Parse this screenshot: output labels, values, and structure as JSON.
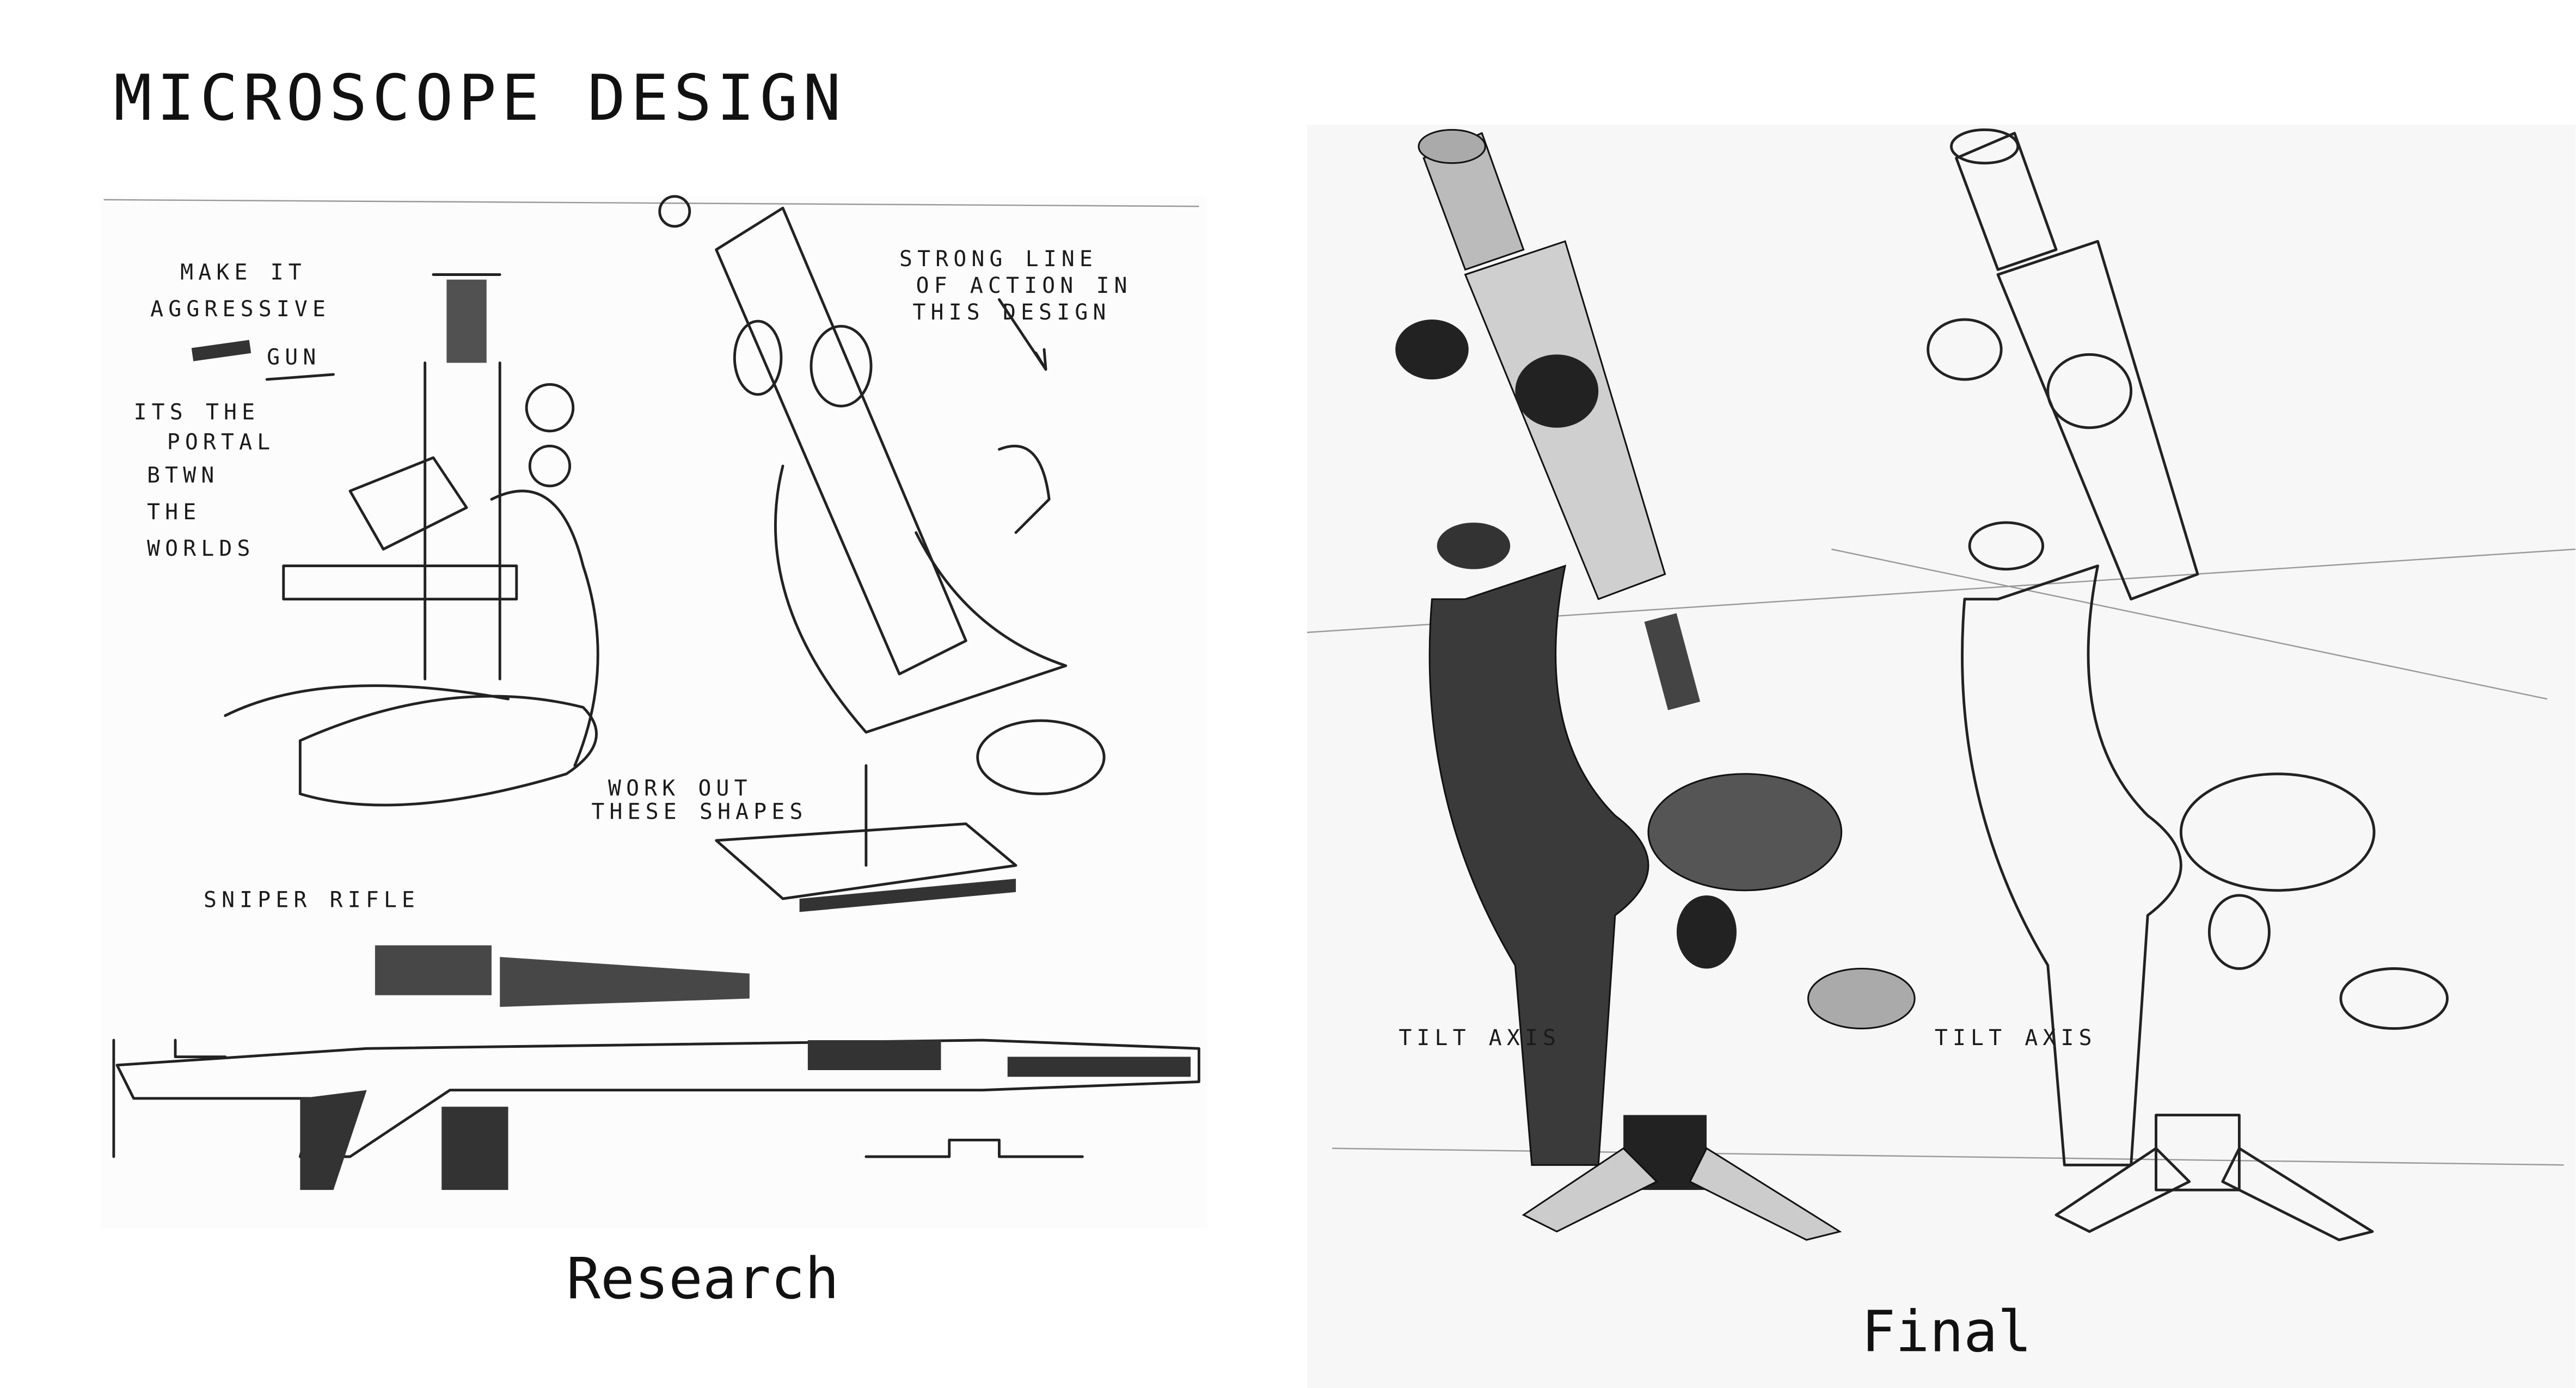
{
  "title": "MICROSCOPE DESIGN",
  "research": {
    "caption": "Research",
    "notes": {
      "make_it": "MAKE IT",
      "aggressive": "AGGRESSIVE",
      "gun": "GUN",
      "portal_lines": [
        "ITS THE",
        "PORTAL",
        "BTWN",
        "THE",
        "WORLDS"
      ],
      "strong_line": [
        "STRONG LINE",
        "OF ACTION IN",
        "THIS DESIGN"
      ],
      "work_out": [
        "WORK OUT",
        "THESE SHAPES"
      ],
      "sniper_rifle": "SNIPER RIFLE"
    }
  },
  "final": {
    "caption": "Final",
    "tilt_axis_shaded": "TILT AXIS",
    "tilt_axis_lineart": "TILT AXIS"
  },
  "colors": {
    "ink": "#111111",
    "dark_body": "#3a3a3a",
    "mid_gray": "#8a8a8a",
    "light_gray": "#d6d6d6"
  }
}
